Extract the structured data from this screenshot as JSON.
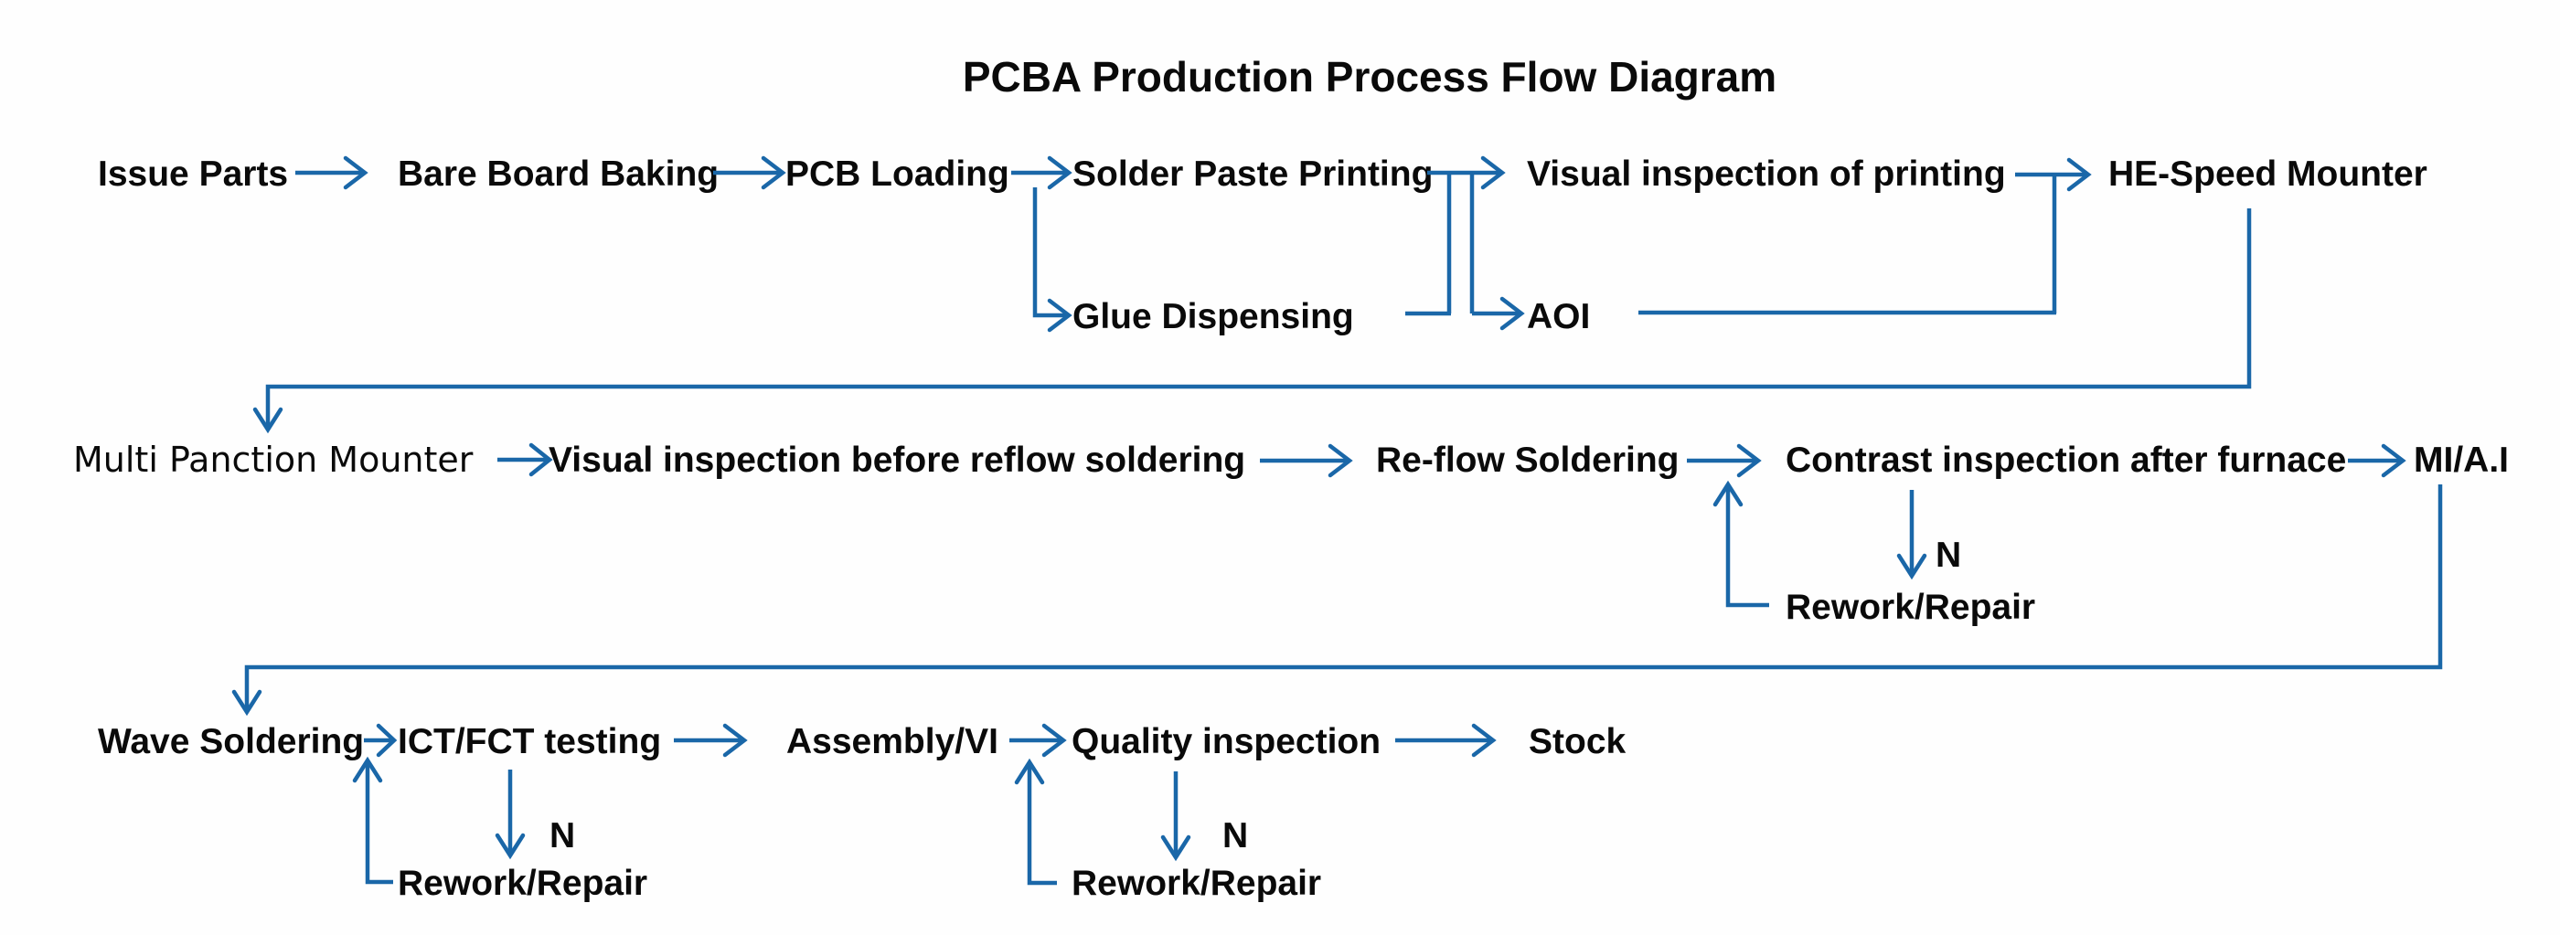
{
  "title": "PCBA Production Process Flow Diagram",
  "colors": {
    "connector": "#1a67a8",
    "text": "#0a0a0a",
    "background": "#fefefe"
  },
  "nodes": {
    "issue_parts": "Issue Parts",
    "bare_board_baking": "Bare Board Baking",
    "pcb_loading": "PCB Loading",
    "solder_paste_printing": "Solder Paste Printing",
    "visual_inspection_printing": "Visual inspection of printing",
    "he_speed_mounter": "HE-Speed Mounter",
    "glue_dispensing": "Glue Dispensing",
    "aoi": "AOI",
    "multi_panction_mounter": "Multi Panction Mounter",
    "visual_inspection_reflow": "Visual inspection before reflow soldering",
    "reflow_soldering": "Re-flow Soldering",
    "contrast_inspection": "Contrast inspection after furnace",
    "mi_ai": "MI/A.I",
    "rework_repair_1": "Rework/Repair",
    "wave_soldering": "Wave Soldering",
    "ict_fct_testing": "ICT/FCT testing",
    "assembly_vi": "Assembly/VI",
    "quality_inspection": "Quality inspection",
    "stock": "Stock",
    "rework_repair_2": "Rework/Repair",
    "rework_repair_3": "Rework/Repair"
  },
  "branch_labels": {
    "no_1": "N",
    "no_2": "N",
    "no_3": "N"
  },
  "edges": [
    {
      "from": "issue_parts",
      "to": "bare_board_baking"
    },
    {
      "from": "bare_board_baking",
      "to": "pcb_loading"
    },
    {
      "from": "pcb_loading",
      "to": "solder_paste_printing"
    },
    {
      "from": "pcb_loading",
      "to": "glue_dispensing"
    },
    {
      "from": "solder_paste_printing",
      "to": "visual_inspection_printing"
    },
    {
      "from": "solder_paste_printing",
      "to": "aoi"
    },
    {
      "from": "glue_dispensing",
      "to": "visual_inspection_printing"
    },
    {
      "from": "glue_dispensing",
      "to": "aoi"
    },
    {
      "from": "visual_inspection_printing",
      "to": "he_speed_mounter"
    },
    {
      "from": "aoi",
      "to": "he_speed_mounter"
    },
    {
      "from": "he_speed_mounter",
      "to": "multi_panction_mounter"
    },
    {
      "from": "multi_panction_mounter",
      "to": "visual_inspection_reflow"
    },
    {
      "from": "visual_inspection_reflow",
      "to": "reflow_soldering"
    },
    {
      "from": "reflow_soldering",
      "to": "contrast_inspection"
    },
    {
      "from": "contrast_inspection",
      "to": "mi_ai"
    },
    {
      "from": "contrast_inspection",
      "to": "rework_repair_1",
      "label": "N"
    },
    {
      "from": "rework_repair_1",
      "to": "contrast_inspection"
    },
    {
      "from": "mi_ai",
      "to": "wave_soldering"
    },
    {
      "from": "wave_soldering",
      "to": "ict_fct_testing"
    },
    {
      "from": "ict_fct_testing",
      "to": "rework_repair_2",
      "label": "N"
    },
    {
      "from": "rework_repair_2",
      "to": "ict_fct_testing"
    },
    {
      "from": "ict_fct_testing",
      "to": "assembly_vi"
    },
    {
      "from": "assembly_vi",
      "to": "quality_inspection"
    },
    {
      "from": "quality_inspection",
      "to": "rework_repair_3",
      "label": "N"
    },
    {
      "from": "rework_repair_3",
      "to": "quality_inspection"
    },
    {
      "from": "quality_inspection",
      "to": "stock"
    }
  ]
}
